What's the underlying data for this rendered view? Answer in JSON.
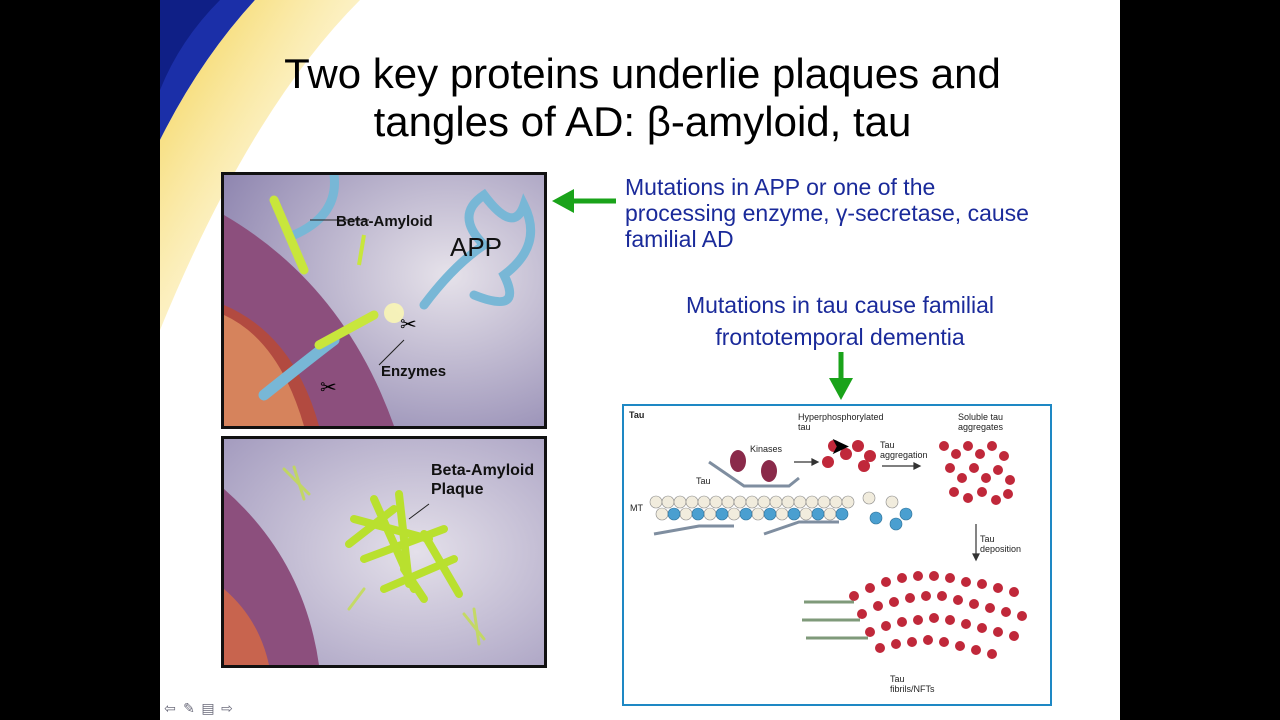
{
  "slide": {
    "title_line1": "Two key proteins underlie plaques and",
    "title_line2": "tangles of AD: β-amyloid, tau",
    "panel_top": {
      "label_beta_amyloid": "Beta-Amyloid",
      "label_app": "APP",
      "label_enzymes": "Enzymes"
    },
    "panel_bottom": {
      "label_plaque_line1": "Beta-Amyloid",
      "label_plaque_line2": "Plaque"
    },
    "app_note_line1": "Mutations in APP or one of the",
    "app_note_line2": "processing enzyme, γ-secretase, cause",
    "app_note_line3": "familial AD",
    "tau_note_line1": "Mutations in tau cause familial",
    "tau_note_line2": "frontotemporal dementia",
    "tau_diagram": {
      "heading": "Tau",
      "hyper_line1": "Hyperphosphorylated",
      "hyper_line2": "tau",
      "soluble_line1": "Soluble tau",
      "soluble_line2": "aggregates",
      "kinases": "Kinases",
      "tau_label": "Tau",
      "mt_label": "MT",
      "aggregation_line1": "Tau",
      "aggregation_line2": "aggregation",
      "deposition_line1": "Tau",
      "deposition_line2": "deposition",
      "fibrils_line1": "Tau",
      "fibrils_line2": "fibrils/NFTs"
    }
  },
  "colors": {
    "blue_text": "#1a2a9a",
    "arrow_green": "#1aa31a",
    "frame_blue": "#1e88c4",
    "amyloid_yellow": "#c8e63c"
  },
  "icons": [
    "back-arrow-icon",
    "pen-icon",
    "menu-icon",
    "forward-arrow-icon"
  ]
}
